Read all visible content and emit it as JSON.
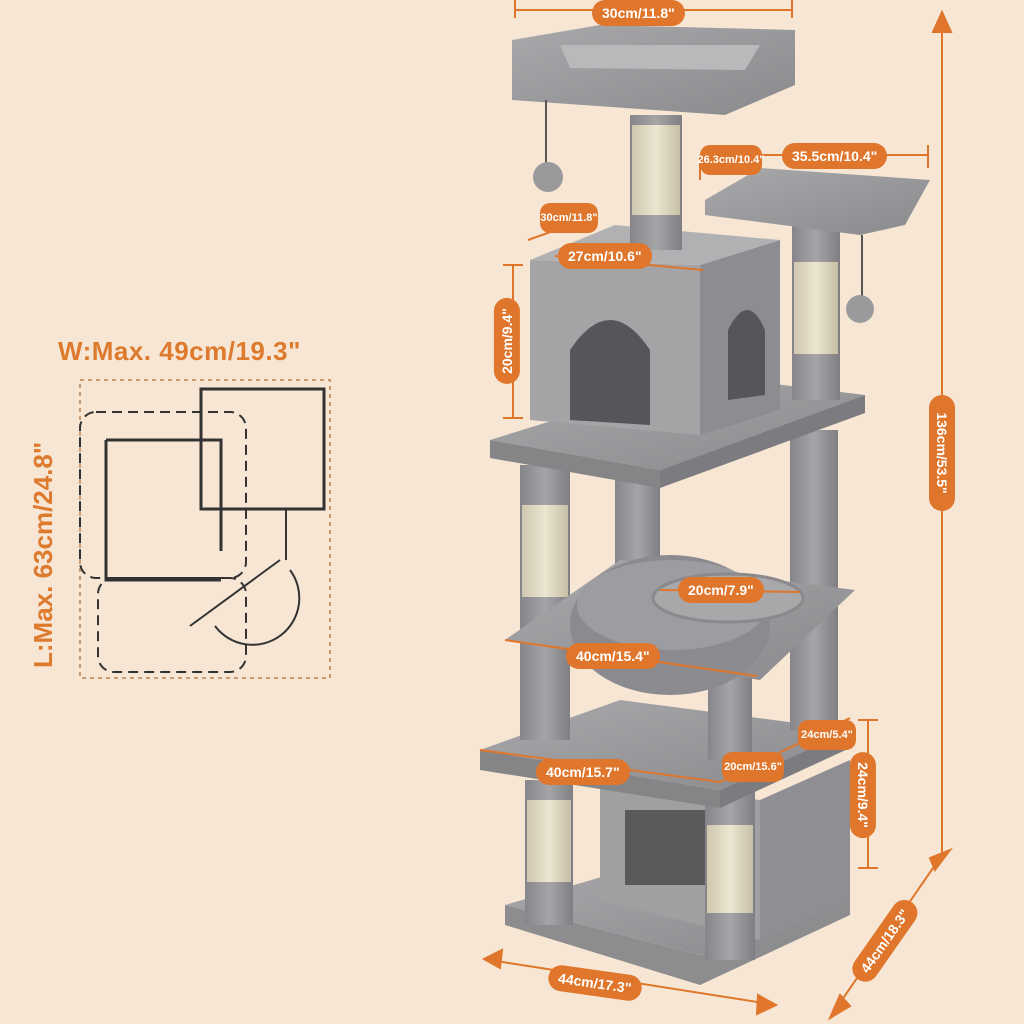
{
  "footprint": {
    "width_label": "W:Max. 49cm/19.3\"",
    "length_label": "L:Max. 63cm/24.8\""
  },
  "dimensions": {
    "top_perch_width": "30cm/11.8\"",
    "side_perch_depth": "26.3cm/10.4\"",
    "side_perch_width": "35.5cm/10.4\"",
    "upper_condo_depth": "30cm/11.8\"",
    "upper_condo_width": "27cm/10.6\"",
    "upper_condo_height": "20cm/9.4\"",
    "total_height": "136cm/53.5\"",
    "small_perch_width": "20cm/7.9\"",
    "middle_platform_width": "40cm/15.4\"",
    "lower_platform_width": "40cm/15.7\"",
    "lower_condo_depth": "20cm/15.6\"",
    "lower_condo_side": "24cm/5.4\"",
    "lower_condo_height": "24cm/9.4\"",
    "base_width": "44cm/17.3\"",
    "base_depth": "44cm/18.3\""
  },
  "colors": {
    "background": "#f6e6d3",
    "accent": "#e0762b",
    "plush": "#9c9c9f",
    "sisal": "#e3dcc6"
  }
}
